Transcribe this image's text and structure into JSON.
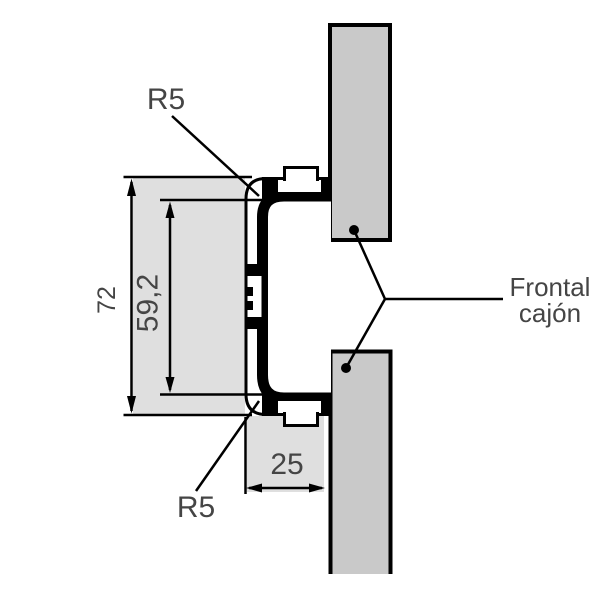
{
  "labels": {
    "radius_top": "R5",
    "radius_bottom": "R5",
    "height_outer": "72",
    "height_inner": "59,2",
    "depth": "25",
    "front_panel_line1": "Frontal",
    "front_panel_line2": "cajón"
  },
  "colors": {
    "panel_gray": "#c9c9c9",
    "zone_gray": "#dfdfdf",
    "drawing_line": "#000000",
    "text_gray": "#454545",
    "profile_hollow": "#ffffff"
  }
}
